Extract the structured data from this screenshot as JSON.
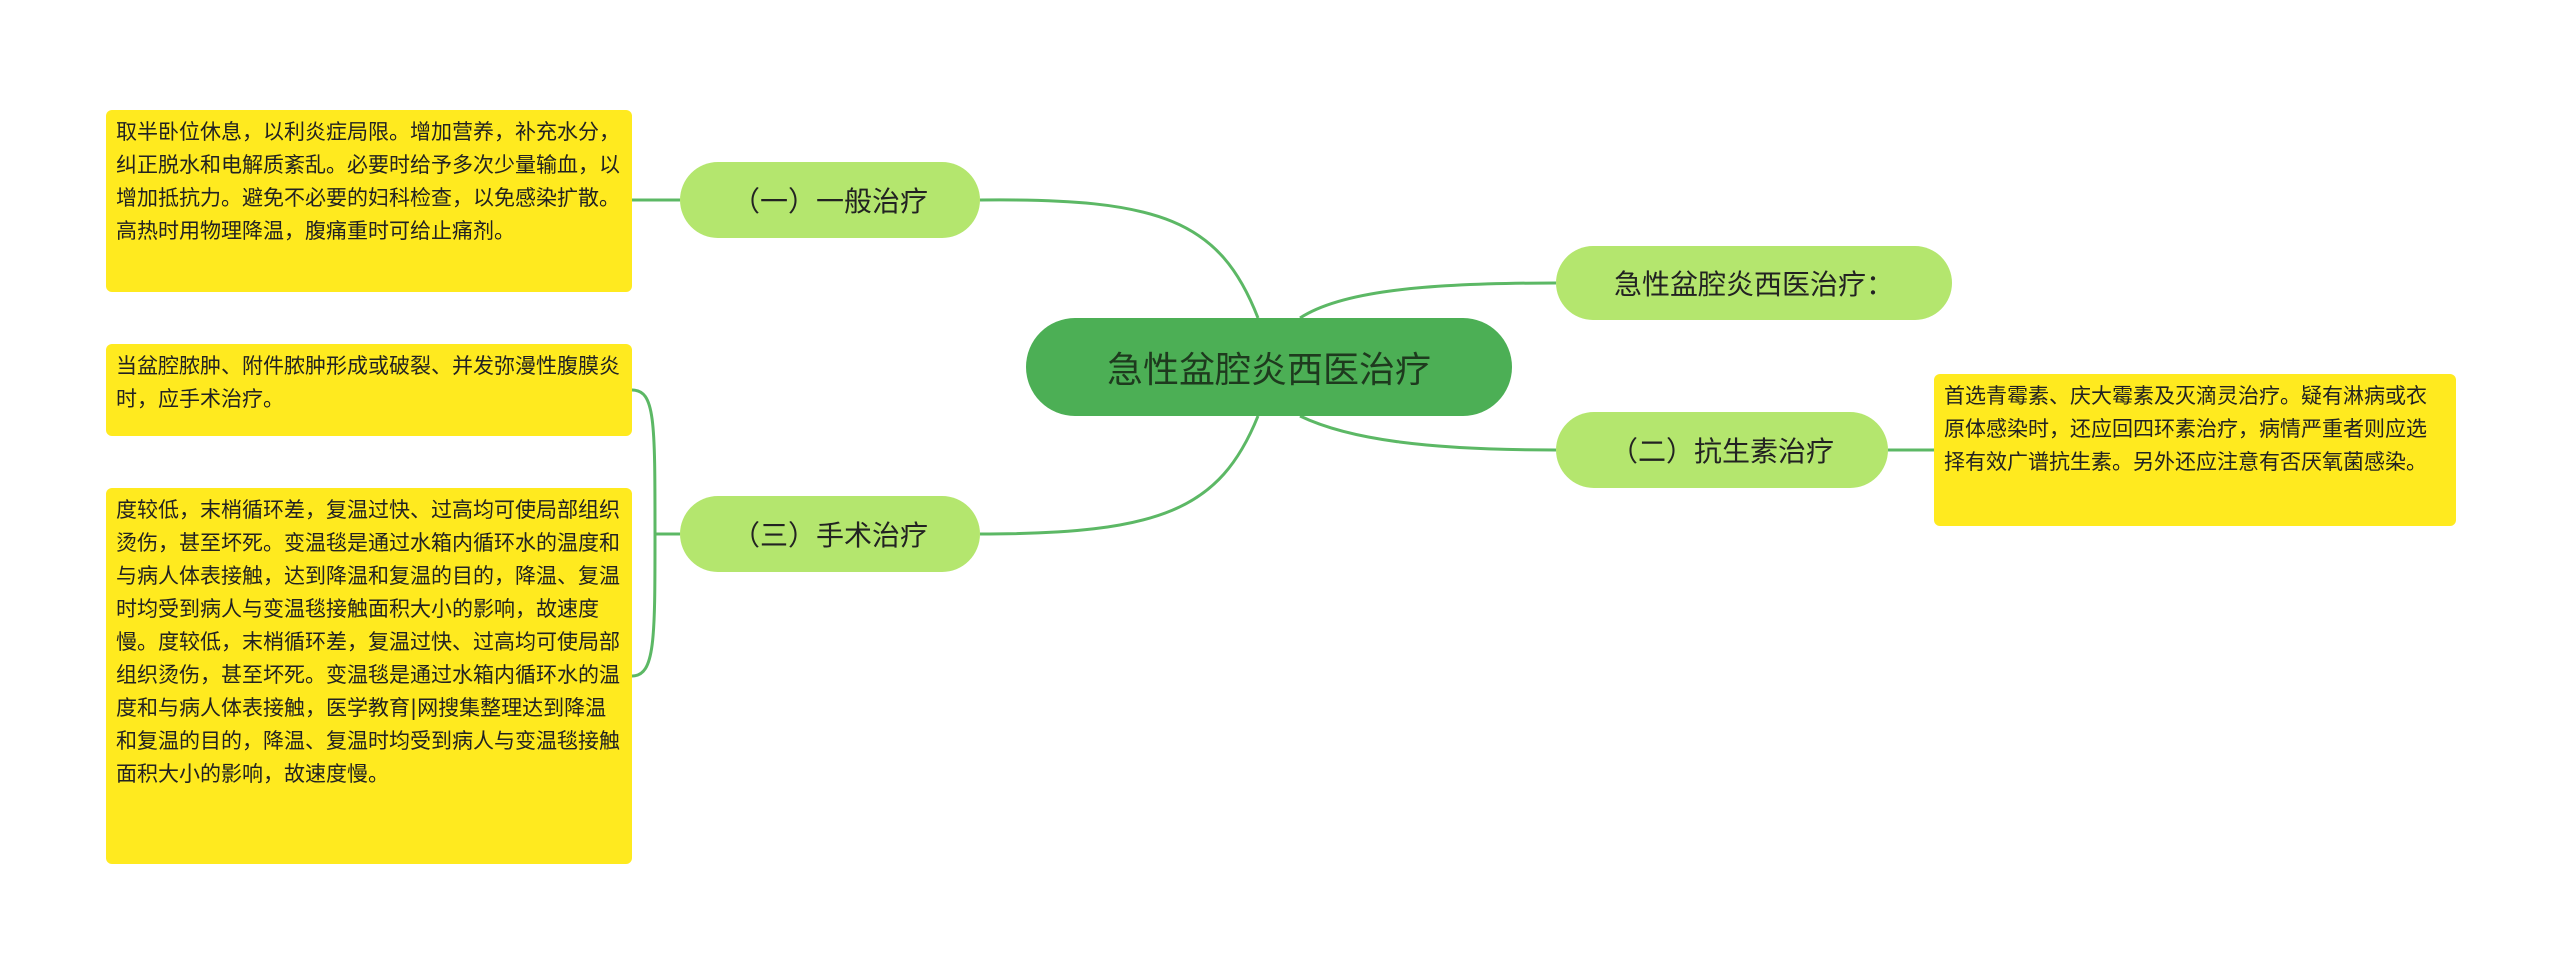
{
  "colors": {
    "root": "#4caf55",
    "branch": "#b4e66e",
    "leaf": "#ffea1f",
    "link": "#5cb865"
  },
  "root": {
    "label": "急性盆腔炎西医治疗"
  },
  "branches": {
    "general": {
      "label": "（一）一般治疗",
      "leaves": [
        "取半卧位休息，以利炎症局限。增加营养，补充水分，纠正脱水和电解质紊乱。必要时给予多次少量输血，以增加抵抗力。避免不必要的妇科检查，以免感染扩散。高热时用物理降温，腹痛重时可给止痛剂。"
      ]
    },
    "surgery": {
      "label": "（三）手术治疗",
      "leaves": [
        "当盆腔脓肿、附件脓肿形成或破裂、并发弥漫性腹膜炎时，应手术治疗。",
        "度较低，末梢循环差，复温过快、过高均可使局部组织烫伤，甚至坏死。变温毯是通过水箱内循环水的温度和与病人体表接触，达到降温和复温的目的，降温、复温时均受到病人与变温毯接触面积大小的影响，故速度慢。度较低，末梢循环差，复温过快、过高均可使局部组织烫伤，甚至坏死。变温毯是通过水箱内循环水的温度和与病人体表接触，医学教育|网搜集整理达到降温和复温的目的，降温、复温时均受到病人与变温毯接触面积大小的影响，故速度慢。"
      ]
    },
    "western": {
      "label": "急性盆腔炎西医治疗："
    },
    "antibiotic": {
      "label": "（二）抗生素治疗",
      "leaves": [
        "首选青霉素、庆大霉素及灭滴灵治疗。疑有淋病或衣原体感染时，还应回四环素治疗，病情严重者则应选择有效广谱抗生素。另外还应注意有否厌氧菌感染。"
      ]
    }
  }
}
